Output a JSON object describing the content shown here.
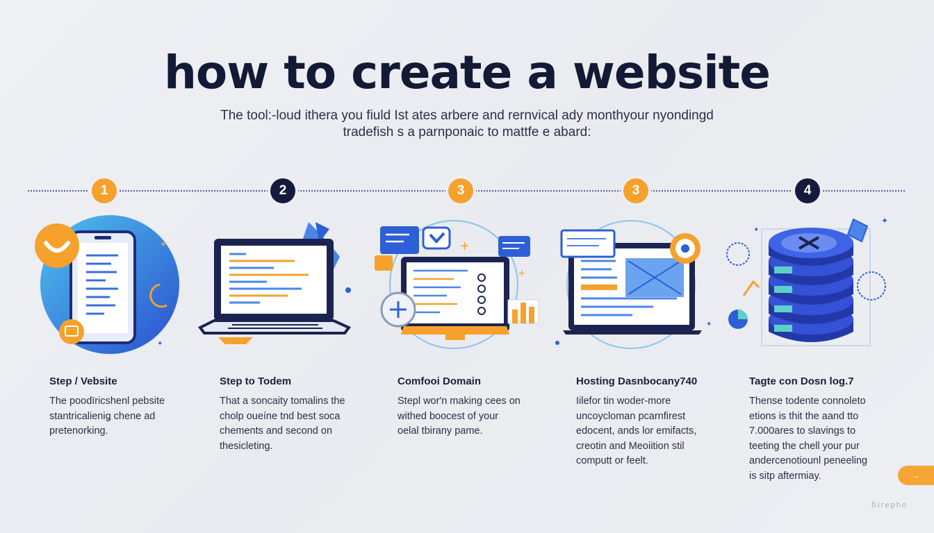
{
  "header": {
    "title": "how to create a website",
    "subtitle": "The tool:-loud ithera you fiuld Ist ates arbere and rernvical ady monthyour nyondingd tradefish s a parnponaic to mattfe e abard:"
  },
  "steps": [
    {
      "badge": "1",
      "badge_color": "#f5a12c",
      "title": "Step / Vebsite",
      "lines": [
        "The poodïricshenl pebsite",
        "stantricalieniǥ chene ad",
        "pretenorking."
      ]
    },
    {
      "badge": "2",
      "badge_color": "#141b3d",
      "title": "Step to Todem",
      "lines": [
        "That a soncaity tomalins the",
        "cholp oueíne tnd best soca",
        "chements and second on",
        "thesicleting."
      ]
    },
    {
      "badge": "3",
      "badge_color": "#f5a12c",
      "title": "Comfooi Domain",
      "lines": [
        "Stepl wor'n making cees on",
        "withed boocest of your",
        "oelal tbirany pame."
      ]
    },
    {
      "badge": "3",
      "badge_color": "#f5a12c",
      "title": "Hosting Dasnbocany740",
      "lines": [
        "Iilefor tin woder-more",
        "uncoycloman pcarnfirest",
        "edocent, ands lor emifacts,",
        "creotin and Meoiition stil",
        "computt or feelt."
      ]
    },
    {
      "badge": "4",
      "badge_color": "#141b3d",
      "title": "Tagte con Dosn log.7",
      "lines": [
        "Thense todente connoleto",
        "etions is thit the aand tto",
        "7.000ares to slavings to",
        "teeting the chell your pur",
        "andercenotiounl peneeling",
        "is sitp aftermiay."
      ]
    }
  ],
  "icons": {
    "step1": "smartphone-icon",
    "step2": "laptop-icon",
    "step3": "monitor-dashboard-icon",
    "step4": "browser-window-icon",
    "step5": "server-stack-icon"
  },
  "colors": {
    "accent": "#f5a12c",
    "navy": "#141b3d",
    "blue": "#2d5fd6",
    "light_blue": "#4fb0e8"
  },
  "next_button": {
    "label": "→"
  },
  "watermark": "ßIrepho"
}
